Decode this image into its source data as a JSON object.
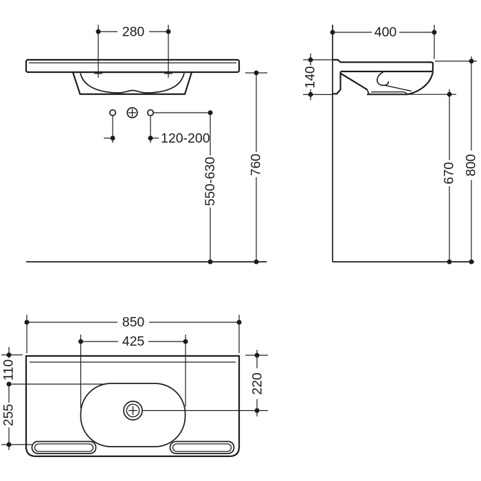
{
  "page": {
    "background": "#ffffff",
    "line_color": "#1c1c1c",
    "description": "Washbasin installation dimensional drawing, three orthographic views"
  },
  "views": {
    "front": {
      "dims": {
        "tap_hole_centres": "280",
        "fixing_hole_range": "120-200",
        "fixing_height_range": "550-630",
        "rim_height": "760"
      }
    },
    "side": {
      "dims": {
        "depth": "400",
        "body_height": "140",
        "underside_height": "670",
        "surface_height": "800"
      }
    },
    "plan": {
      "dims": {
        "overall_width": "850",
        "bowl_width": "425",
        "rear_edge_to_bowl": "110",
        "bowl_zone_depth": "255",
        "drain_setback": "220"
      }
    }
  }
}
